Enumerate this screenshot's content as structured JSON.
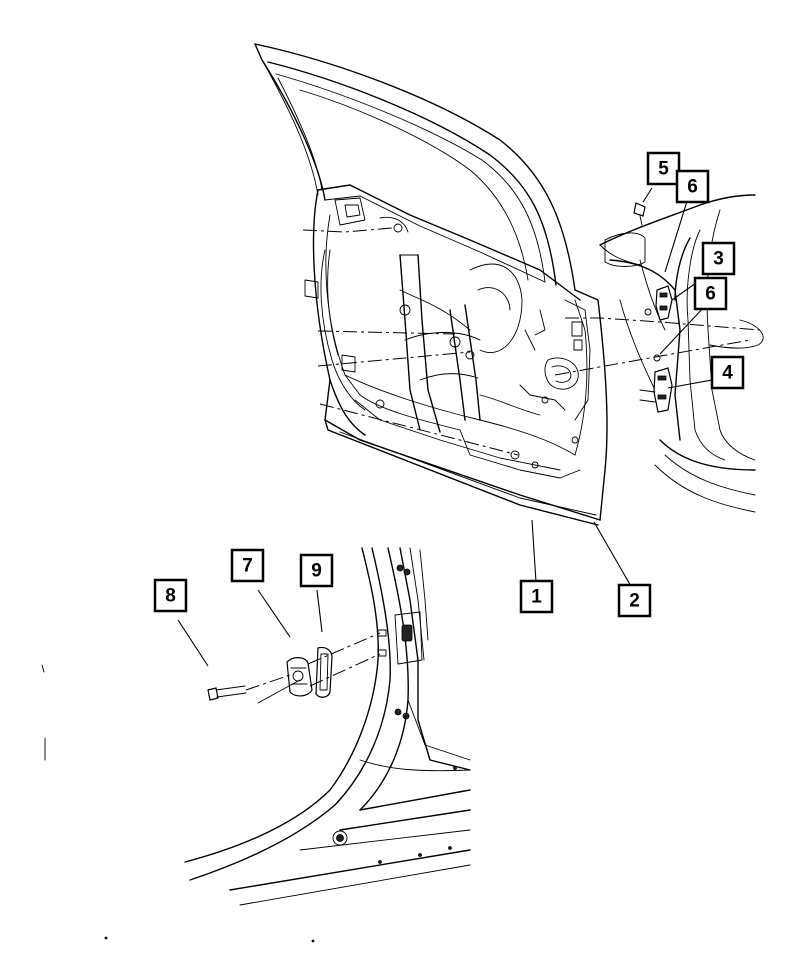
{
  "callouts": [
    {
      "id": "1",
      "label": "1"
    },
    {
      "id": "2",
      "label": "2"
    },
    {
      "id": "3",
      "label": "3"
    },
    {
      "id": "4",
      "label": "4"
    },
    {
      "id": "5",
      "label": "5"
    },
    {
      "id": "6a",
      "label": "6"
    },
    {
      "id": "6b",
      "label": "6"
    },
    {
      "id": "7",
      "label": "7"
    },
    {
      "id": "8",
      "label": "8"
    },
    {
      "id": "9",
      "label": "9"
    }
  ]
}
